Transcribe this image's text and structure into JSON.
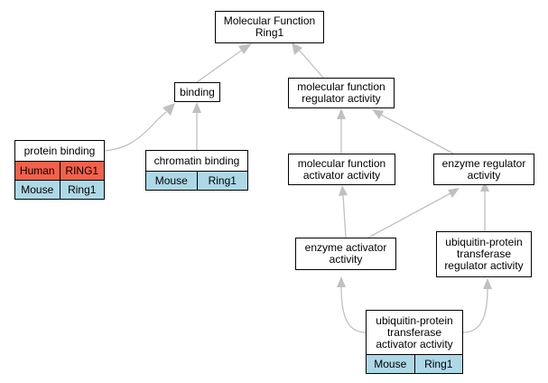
{
  "colors": {
    "edge": "#c0c0c0",
    "human_fill": "#f4614a",
    "mouse_fill": "#add8e6",
    "node_border": "#000000"
  },
  "nodes": {
    "mf_root": {
      "label": "Molecular Function\nRing1"
    },
    "binding": {
      "label": "binding"
    },
    "mf_regulator": {
      "label": "molecular function\nregulator activity"
    },
    "protein_binding": {
      "label": "protein binding",
      "rows": [
        {
          "species": "Human",
          "gene": "RING1",
          "color": "#f4614a"
        },
        {
          "species": "Mouse",
          "gene": "Ring1",
          "color": "#add8e6"
        }
      ]
    },
    "chromatin_binding": {
      "label": "chromatin binding",
      "rows": [
        {
          "species": "Mouse",
          "gene": "Ring1",
          "color": "#add8e6"
        }
      ]
    },
    "mf_activator": {
      "label": "molecular function\nactivator activity"
    },
    "enzyme_regulator": {
      "label": "enzyme regulator\nactivity"
    },
    "enzyme_activator": {
      "label": "enzyme activator\nactivity"
    },
    "ubiq_regulator": {
      "label": "ubiquitin-protein\ntransferase\nregulator activity"
    },
    "ubiq_activator": {
      "label": "ubiquitin-protein\ntransferase\nactivator activity",
      "rows": [
        {
          "species": "Mouse",
          "gene": "Ring1",
          "color": "#add8e6"
        }
      ]
    }
  },
  "edges": [
    {
      "from": "binding",
      "to": "mf_root"
    },
    {
      "from": "mf_regulator",
      "to": "mf_root"
    },
    {
      "from": "protein_binding",
      "to": "binding"
    },
    {
      "from": "chromatin_binding",
      "to": "binding"
    },
    {
      "from": "mf_activator",
      "to": "mf_regulator"
    },
    {
      "from": "enzyme_regulator",
      "to": "mf_regulator"
    },
    {
      "from": "enzyme_activator",
      "to": "mf_activator"
    },
    {
      "from": "enzyme_activator",
      "to": "enzyme_regulator"
    },
    {
      "from": "ubiq_regulator",
      "to": "enzyme_regulator"
    },
    {
      "from": "ubiq_activator",
      "to": "enzyme_activator"
    },
    {
      "from": "ubiq_activator",
      "to": "ubiq_regulator"
    }
  ]
}
